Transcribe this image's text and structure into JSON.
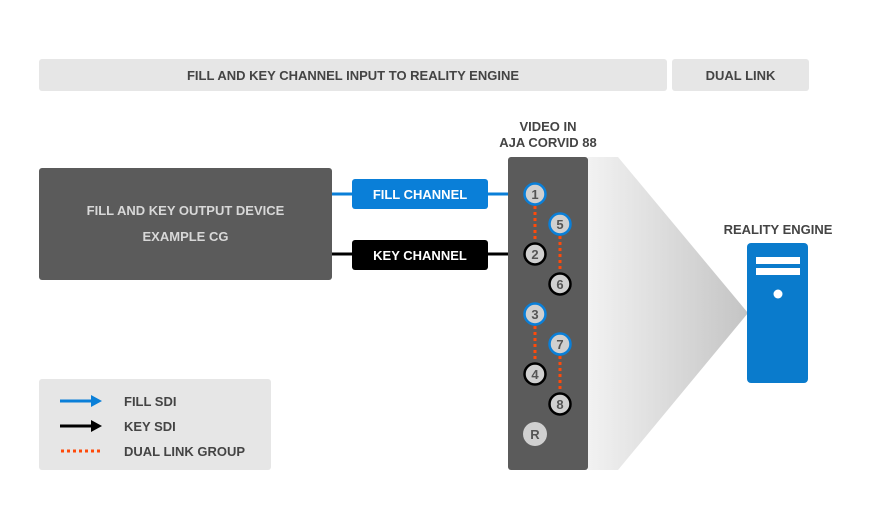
{
  "header": {
    "main_title": "FILL AND KEY CHANNEL INPUT TO REALITY ENGINE",
    "side_title": "DUAL LINK"
  },
  "source_device": {
    "line1": "FILL AND KEY OUTPUT DEVICE",
    "line2": "EXAMPLE CG"
  },
  "channels": {
    "fill_label": "FILL CHANNEL",
    "key_label": "KEY CHANNEL"
  },
  "video_in": {
    "line1": "VIDEO IN",
    "line2": "AJA CORVID 88",
    "ports": [
      {
        "label": "1",
        "type": "fill"
      },
      {
        "label": "2",
        "type": "key"
      },
      {
        "label": "3",
        "type": "fill"
      },
      {
        "label": "4",
        "type": "key"
      },
      {
        "label": "5",
        "type": "fill"
      },
      {
        "label": "6",
        "type": "key"
      },
      {
        "label": "7",
        "type": "fill"
      },
      {
        "label": "8",
        "type": "key"
      },
      {
        "label": "R",
        "type": "ref"
      }
    ],
    "dual_link_groups": [
      [
        "1",
        "2"
      ],
      [
        "5",
        "6"
      ],
      [
        "3",
        "4"
      ],
      [
        "7",
        "8"
      ]
    ]
  },
  "destination": {
    "label": "REALITY ENGINE",
    "icon": "server-tower-icon"
  },
  "legend": {
    "items": [
      {
        "label": "FILL SDI",
        "icon": "blue-arrow-icon"
      },
      {
        "label": "KEY SDI",
        "icon": "black-arrow-icon"
      },
      {
        "label": "DUAL LINK GROUP",
        "icon": "orange-dotted-line-icon"
      }
    ]
  },
  "colors": {
    "fill": "#0a7fd8",
    "key": "#000000",
    "dual_link": "#ff4a0a",
    "device_dark": "#5b5b5b",
    "panel_light": "#e6e6e6",
    "server": "#0a7bcc",
    "port_fill": "#d0d0d0"
  }
}
